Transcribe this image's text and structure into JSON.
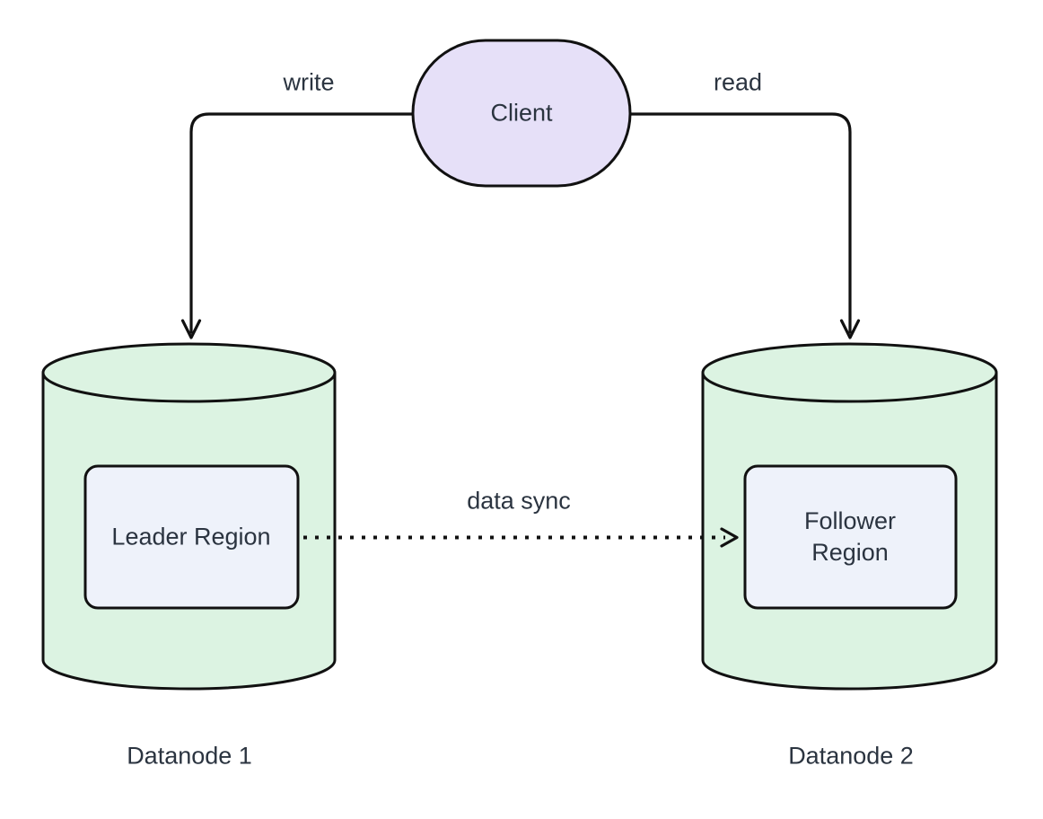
{
  "diagram": {
    "type": "flowchart",
    "background": "#ffffff",
    "nodes": {
      "client": {
        "label": "Client",
        "shape": "stadium",
        "fill": "#e6e0f8"
      },
      "datanode1": {
        "label": "Datanode 1",
        "shape": "cylinder",
        "fill": "#dcf3e2"
      },
      "datanode2": {
        "label": "Datanode 2",
        "shape": "cylinder",
        "fill": "#dcf3e2"
      },
      "leader_region": {
        "label": "Leader Region",
        "shape": "rounded-rect",
        "fill": "#eef2fa"
      },
      "follower_region": {
        "label": "Follower Region",
        "shape": "rounded-rect",
        "fill": "#eef2fa"
      }
    },
    "edges": [
      {
        "from": "client",
        "to": "datanode1",
        "label": "write",
        "style": "solid"
      },
      {
        "from": "client",
        "to": "datanode2",
        "label": "read",
        "style": "solid"
      },
      {
        "from": "leader_region",
        "to": "follower_region",
        "label": "data sync",
        "style": "dotted"
      }
    ],
    "colors": {
      "stroke": "#111111",
      "text": "#2b3440",
      "client_fill": "#e6e0f8",
      "cylinder_fill": "#dcf3e2",
      "region_fill": "#eef2fa"
    }
  }
}
